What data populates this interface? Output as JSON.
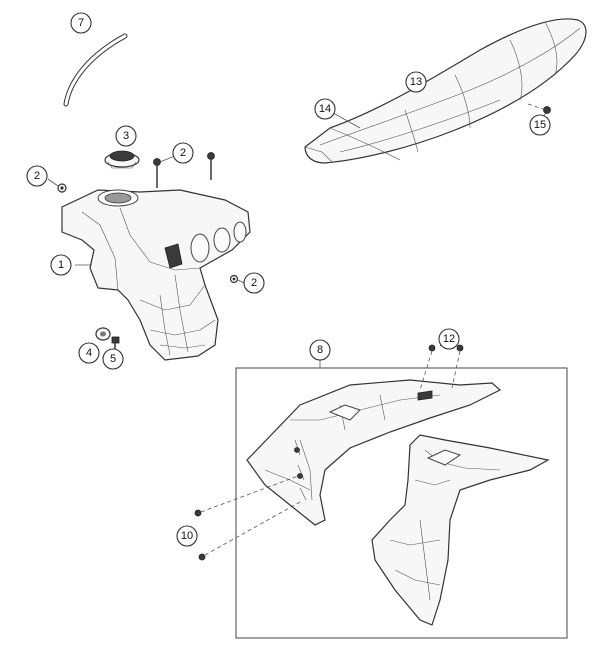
{
  "callouts": {
    "c1": "1",
    "c2a": "2",
    "c2b": "2",
    "c2c": "2",
    "c3": "3",
    "c4": "4",
    "c5": "5",
    "c7": "7",
    "c8": "8",
    "c10": "10",
    "c12": "12",
    "c13": "13",
    "c14": "14",
    "c15": "15"
  }
}
